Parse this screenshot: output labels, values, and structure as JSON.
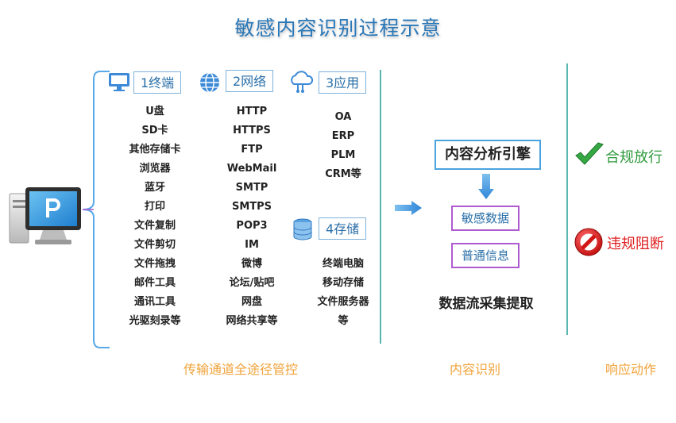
{
  "title": "敏感内容识别过程示意",
  "channels": {
    "terminal": {
      "label": "1终端",
      "items": [
        "U盘",
        "SD卡",
        "其他存储卡",
        "浏览器",
        "蓝牙",
        "打印",
        "文件复制",
        "文件剪切",
        "文件拖拽",
        "邮件工具",
        "通讯工具",
        "光驱刻录等"
      ]
    },
    "network": {
      "label": "2网络",
      "items": [
        "HTTP",
        "HTTPS",
        "FTP",
        "WebMail",
        "SMTP",
        "SMTPS",
        "POP3",
        "IM",
        "微博",
        "论坛/贴吧",
        "网盘",
        "网络共享等"
      ]
    },
    "application": {
      "label": "3应用",
      "items": [
        "OA",
        "ERP",
        "PLM",
        "CRM等"
      ]
    },
    "storage": {
      "label": "4存储",
      "items": [
        "终端电脑",
        "移动存储",
        "文件服务器",
        "等"
      ]
    }
  },
  "analysis": {
    "engine": "内容分析引擎",
    "sensitive": "敏感数据",
    "normal": "普通信息",
    "caption": "数据流采集提取"
  },
  "actions": {
    "allow": "合规放行",
    "block": "违规阻断"
  },
  "footer": {
    "channels": "传输通道全途径管控",
    "recognition": "内容识别",
    "response": "响应动作"
  },
  "colors": {
    "title": "#2a78b8",
    "footer": "#f0a33a",
    "allow": "#2e9a3c",
    "block": "#e02020",
    "divider": "#5ab7b0"
  }
}
